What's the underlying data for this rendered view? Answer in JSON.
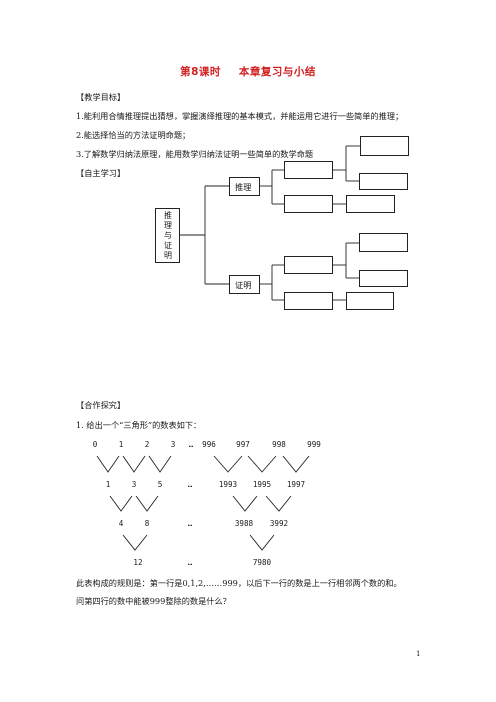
{
  "title": {
    "part1": "第8课时",
    "part2": "本章复习与小结"
  },
  "goals": {
    "heading": "【教学目标】",
    "items": [
      "1.能利用合情推理提出猜想，掌握演绎推理的基本模式，并能运用它进行一些简单的推理；",
      "2.能选择恰当的方法证明命题；",
      "3.了解数学归纳法原理，能用数学归纳法证明一些简单的数学命题"
    ]
  },
  "self_study": {
    "heading": "【自主学习】",
    "root": [
      "推",
      "理",
      "与",
      "证",
      "明"
    ],
    "branch_reasoning": "推理",
    "branch_proof": "证明"
  },
  "explore": {
    "heading": "【合作探究】",
    "question_intro": "1.  给出一个“三角形”的数表如下：",
    "row1": [
      "0",
      "1",
      "2",
      "3",
      "…",
      "996",
      "997",
      "998",
      "999"
    ],
    "row2": [
      "1",
      "3",
      "5",
      "…",
      "1993",
      "1995",
      "1997"
    ],
    "row3": [
      "4",
      "8",
      "…",
      "3988",
      "3992"
    ],
    "row4": [
      "12",
      "…",
      "7980"
    ],
    "rule_text": "此表构成的规则是：第一行是0,1,2,……999，以后下一行的数是上一行相邻两个数的和。",
    "question_text": "问第四行的数中能被999整除的数是什么？"
  },
  "page_number": "1"
}
